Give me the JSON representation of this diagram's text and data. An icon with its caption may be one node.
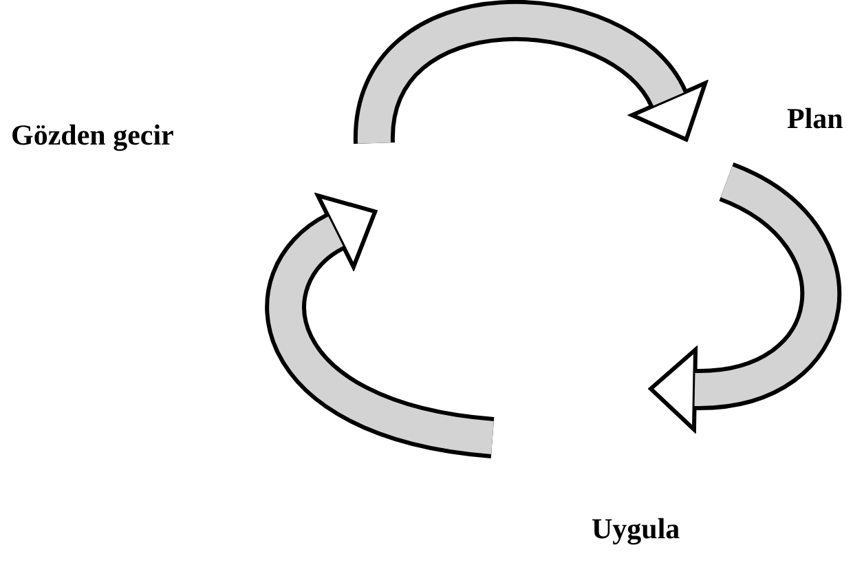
{
  "diagram": {
    "labels": [
      "Plan",
      "Gözden gecir",
      "Uygula"
    ]
  }
}
